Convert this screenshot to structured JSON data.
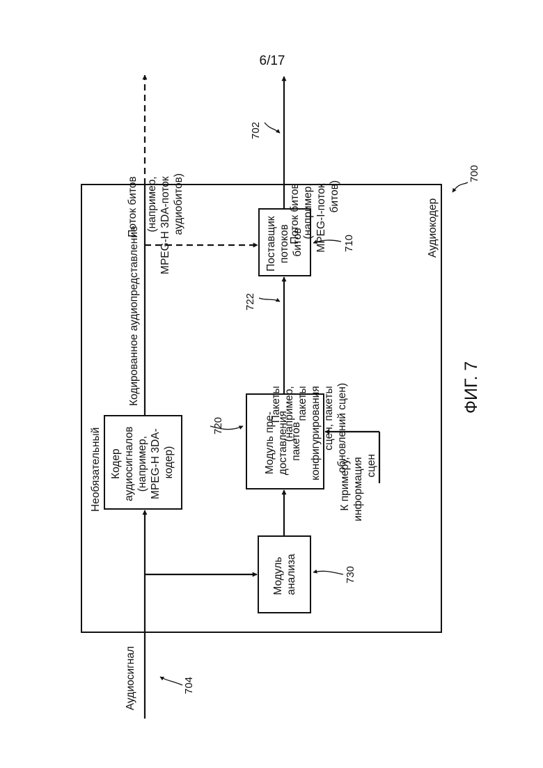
{
  "page_number": "6/17",
  "figure_caption": "ФИГ. 7",
  "encoder": {
    "name": "Аудиокодер",
    "ref": "700"
  },
  "input": {
    "label": "Аудиосигнал",
    "ref": "704"
  },
  "optional_coder": {
    "title": "Необязательный",
    "lines": [
      "Кодер",
      "аудиосигналов",
      "(например,",
      "MPEG-H 3DA-",
      "кодер)"
    ]
  },
  "encoded_representation": "Кодированное аудиопредставление",
  "analysis_module": {
    "lines": [
      "Модуль",
      "анализа"
    ],
    "ref": "730"
  },
  "packet_module": {
    "lines": [
      "Модуль пре-",
      "доставления",
      "пакетов"
    ],
    "ref": "720"
  },
  "scene_info": {
    "lines": [
      "К примеру,",
      "информация",
      "сцен"
    ]
  },
  "packets": {
    "lines": [
      "Пакеты",
      "(например,",
      "пакеты",
      "конфигурирования",
      "сцен, пакеты",
      "обновлений сцен)"
    ],
    "ref": "722"
  },
  "bitstream_provider": {
    "lines": [
      "Поставщик",
      "потоков",
      "битов"
    ],
    "ref": "710"
  },
  "output_bitstream": {
    "lines": [
      "Поток битов",
      "(например,",
      "MPEG-I-поток",
      "битов)"
    ],
    "ref": "702"
  },
  "optional_bitstream": {
    "lines": [
      "Поток битов",
      "(например,",
      "MPEG-H 3DA-поток",
      "аудиобитов)"
    ]
  }
}
